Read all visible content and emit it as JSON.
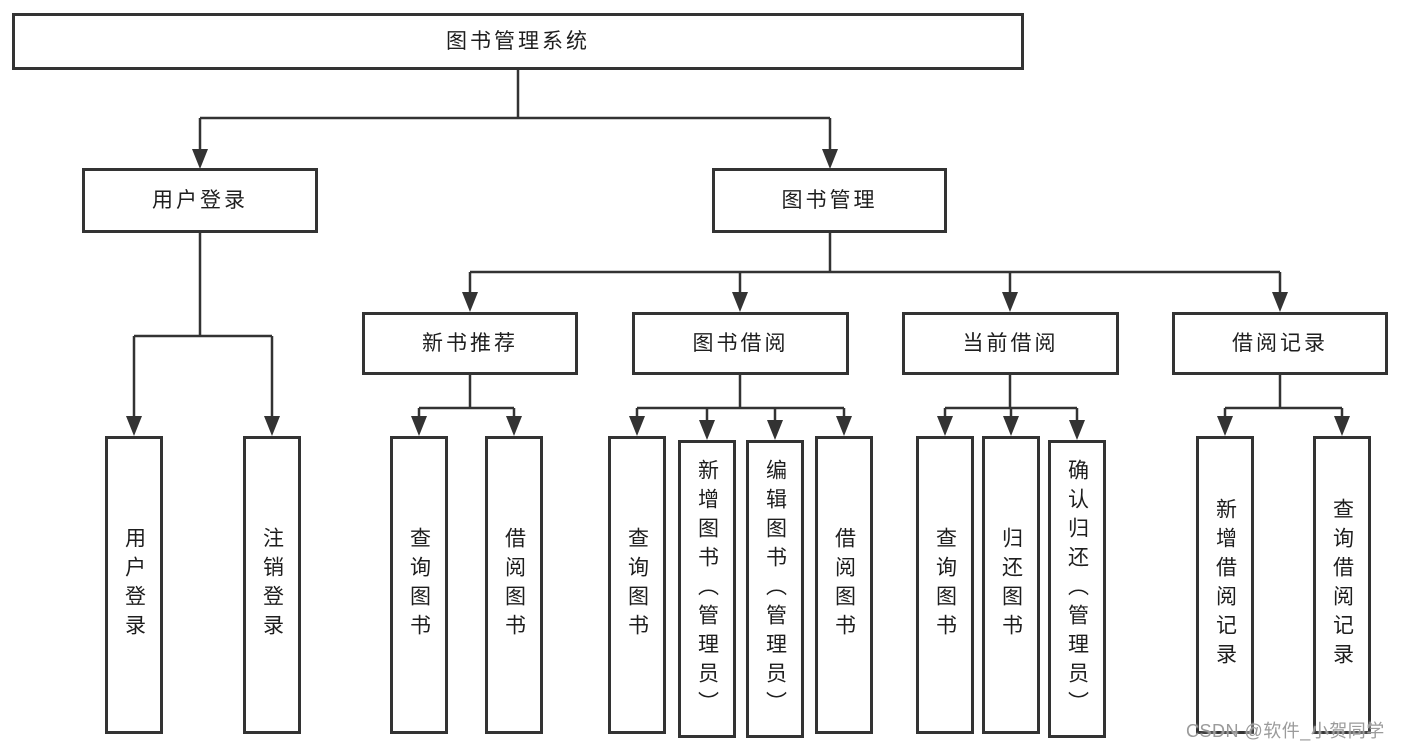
{
  "nodes": {
    "root": {
      "label": "图书管理系统"
    },
    "user_login": {
      "label": "用户登录"
    },
    "book_mgmt": {
      "label": "图书管理"
    },
    "new_book_rec": {
      "label": "新书推荐"
    },
    "book_borrow": {
      "label": "图书借阅"
    },
    "current_borrow": {
      "label": "当前借阅"
    },
    "borrow_records": {
      "label": "借阅记录"
    },
    "ul_user_login": {
      "label": "用户登录"
    },
    "ul_logout": {
      "label": "注销登录"
    },
    "nb_query_book": {
      "label": "查询图书"
    },
    "nb_borrow_book": {
      "label": "借阅图书"
    },
    "bb_query_book": {
      "label": "查询图书"
    },
    "bb_add_book": {
      "label": "新增图书（管理员）"
    },
    "bb_edit_book": {
      "label": "编辑图书（管理员）"
    },
    "bb_borrow_book": {
      "label": "借阅图书"
    },
    "cb_query_book": {
      "label": "查询图书"
    },
    "cb_return_book": {
      "label": "归还图书"
    },
    "cb_confirm_return": {
      "label": "确认归还（管理员）"
    },
    "br_add_record": {
      "label": "新增借阅记录"
    },
    "br_query_record": {
      "label": "查询借阅记录"
    }
  },
  "edges": [
    {
      "from": "root",
      "to": "user_login"
    },
    {
      "from": "root",
      "to": "book_mgmt"
    },
    {
      "from": "user_login",
      "to": "ul_user_login"
    },
    {
      "from": "user_login",
      "to": "ul_logout"
    },
    {
      "from": "book_mgmt",
      "to": "new_book_rec"
    },
    {
      "from": "book_mgmt",
      "to": "book_borrow"
    },
    {
      "from": "book_mgmt",
      "to": "current_borrow"
    },
    {
      "from": "book_mgmt",
      "to": "borrow_records"
    },
    {
      "from": "new_book_rec",
      "to": "nb_query_book"
    },
    {
      "from": "new_book_rec",
      "to": "nb_borrow_book"
    },
    {
      "from": "book_borrow",
      "to": "bb_query_book"
    },
    {
      "from": "book_borrow",
      "to": "bb_add_book"
    },
    {
      "from": "book_borrow",
      "to": "bb_edit_book"
    },
    {
      "from": "book_borrow",
      "to": "bb_borrow_book"
    },
    {
      "from": "current_borrow",
      "to": "cb_query_book"
    },
    {
      "from": "current_borrow",
      "to": "cb_return_book"
    },
    {
      "from": "current_borrow",
      "to": "cb_confirm_return"
    },
    {
      "from": "borrow_records",
      "to": "br_add_record"
    },
    {
      "from": "borrow_records",
      "to": "br_query_record"
    }
  ],
  "watermark": {
    "text": "CSDN @软件_小贺同学"
  },
  "colors": {
    "line": "#333333",
    "text": "#1e1e1e",
    "watermark": "#9b9b9b",
    "background": "#ffffff"
  }
}
